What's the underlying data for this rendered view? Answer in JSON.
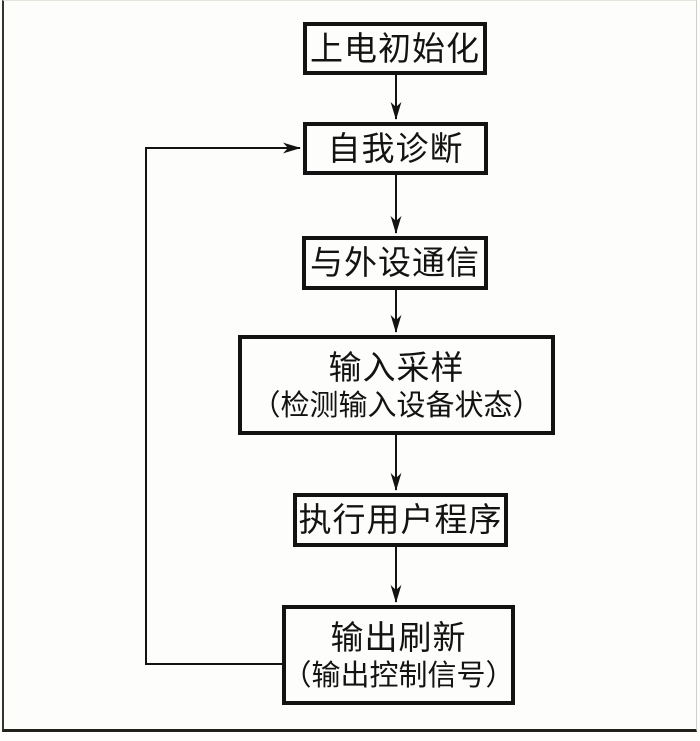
{
  "diagram": {
    "type": "flowchart",
    "colors": {
      "ink": "#131313",
      "background": "#fdfdfb",
      "frame_dark": "#20201a",
      "frame_light": "#cfcfc7"
    },
    "nodes": [
      {
        "id": "power-on-init",
        "label": "上电初始化"
      },
      {
        "id": "self-diagnosis",
        "label": "自我诊断"
      },
      {
        "id": "peripheral-comm",
        "label": "与外设通信"
      },
      {
        "id": "input-sampling",
        "label": "输入采样",
        "label2": "（检测输入设备状态）"
      },
      {
        "id": "run-user-program",
        "label": "执行用户程序"
      },
      {
        "id": "output-refresh",
        "label": "输出刷新",
        "label2": "（输出控制信号）"
      }
    ],
    "edges": [
      {
        "from": "power-on-init",
        "to": "self-diagnosis",
        "style": "straight-down-arrow"
      },
      {
        "from": "self-diagnosis",
        "to": "peripheral-comm",
        "style": "straight-down-arrow"
      },
      {
        "from": "peripheral-comm",
        "to": "input-sampling",
        "style": "straight-down-arrow"
      },
      {
        "from": "input-sampling",
        "to": "run-user-program",
        "style": "straight-down-arrow"
      },
      {
        "from": "run-user-program",
        "to": "output-refresh",
        "style": "straight-down-arrow"
      },
      {
        "from": "output-refresh",
        "to": "self-diagnosis",
        "style": "feedback-loop-left"
      }
    ]
  }
}
